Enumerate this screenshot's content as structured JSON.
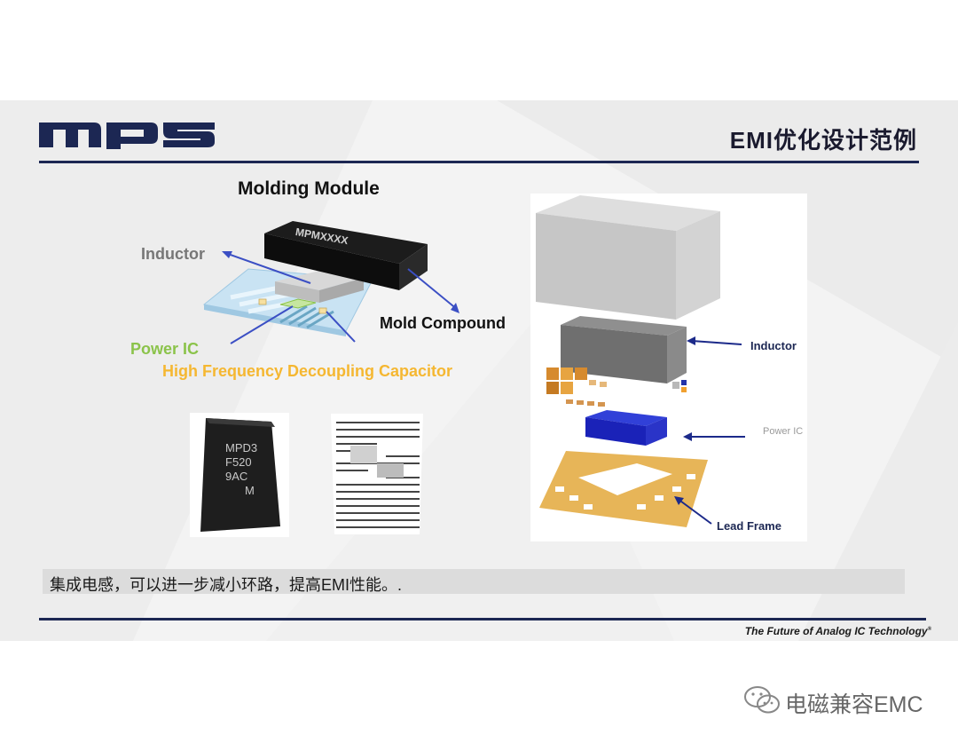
{
  "header": {
    "logo_text": "mps",
    "title": "EMI优化设计范例"
  },
  "module": {
    "title": "Molding Module",
    "chip_marking": "MPMXXXX",
    "labels": {
      "inductor": "Inductor",
      "mold_compound": "Mold Compound",
      "power_ic": "Power IC",
      "hf_capacitor": "High Frequency Decoupling Capacitor"
    }
  },
  "photo": {
    "marking_line1": "MPD3",
    "marking_line2": "F520",
    "marking_line3": "9AC",
    "marking_line4": "M"
  },
  "exploded_view": {
    "labels": {
      "inductor": "Inductor",
      "power_ic": "Power IC",
      "lead_frame": "Lead Frame"
    }
  },
  "caption": "集成电感，可以进一步减小环路，提高EMI性能。.",
  "footer": {
    "tagline": "The Future of Analog IC Technology",
    "trademark": "®"
  },
  "watermark": "电磁兼容EMC",
  "colors": {
    "brand_navy": "#1c2753",
    "power_ic_green": "#8bc34a",
    "capacitor_yellow": "#f5b731",
    "arrow_blue": "#3b4fc4"
  }
}
